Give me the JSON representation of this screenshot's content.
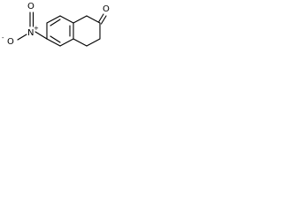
{
  "molecule": {
    "atoms": {
      "oxygen_top": "O",
      "nitrogen": "N",
      "nitrogen_charge": "+",
      "oxygen_left": "O",
      "oxygen_left_charge": "-",
      "oxygen_ketone": "O"
    },
    "colors": {
      "bond": "#000000",
      "text": "#000000",
      "background": "#ffffff"
    }
  }
}
